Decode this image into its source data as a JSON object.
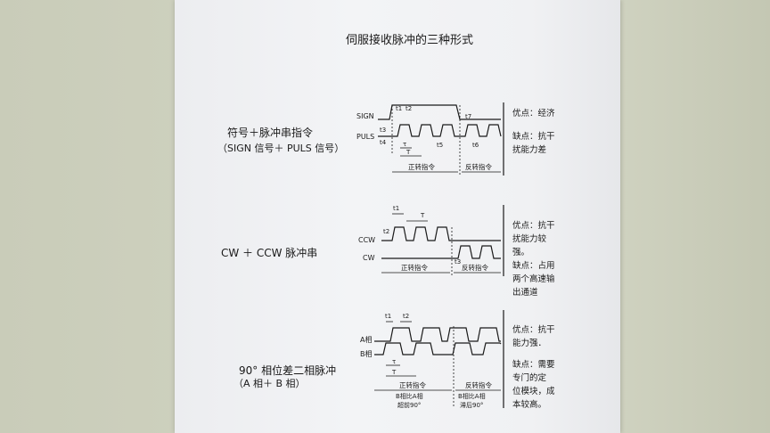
{
  "title": "伺服接收脉冲的三种形式",
  "rows": [
    {
      "label_line1": "符号＋脉冲串指令",
      "label_line2": "（SIGN 信号＋ PULS 信号）",
      "signal_a": "SIGN",
      "signal_b": "PULS",
      "timing_marks": [
        "t1",
        "t2",
        "t3",
        "t4",
        "t5",
        "t6",
        "t7",
        "τ",
        "T"
      ],
      "forward": "正转指令",
      "reverse": "反转指令",
      "notes": [
        "优点：经济",
        "缺点：抗干",
        "扰能力差"
      ]
    },
    {
      "label": "CW ＋ CCW 脉冲串",
      "signal_a": "CCW",
      "signal_b": "CW",
      "timing_marks": [
        "t1",
        "T",
        "t2",
        "t3"
      ],
      "forward": "正转指令",
      "reverse": "反转指令",
      "notes": [
        "优点：抗干",
        "扰能力较",
        "强。",
        "缺点：占用",
        "两个高速输",
        "出通道"
      ]
    },
    {
      "label_line1": "90° 相位差二相脉冲",
      "label_line2": "（A 相＋ B 相）",
      "signal_a": "A相",
      "signal_b": "B相",
      "timing_marks": [
        "t1",
        "t2",
        "τ",
        "T"
      ],
      "forward": "正转指令",
      "reverse": "反转指令",
      "forward_sub": [
        "B相比A相",
        "超前90°"
      ],
      "reverse_sub": [
        "B相比A相",
        "滞后90°"
      ],
      "notes": [
        "优点：抗干",
        "能力强．",
        "缺点：需要",
        "专门的定",
        "位模块，成",
        "本较高。"
      ]
    }
  ]
}
